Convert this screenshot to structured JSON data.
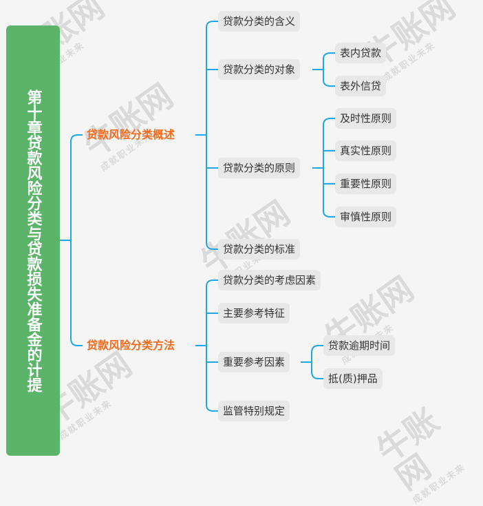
{
  "root": {
    "title": "第十章贷款风险分类与贷款损失准备金的计提"
  },
  "branches": {
    "overview": {
      "label": "贷款风险分类概述",
      "items": {
        "meaning": "贷款分类的含义",
        "object": "贷款分类的对象",
        "object_children": [
          "表内贷款",
          "表外信贷"
        ],
        "principle": "贷款分类的原则",
        "principle_children": [
          "及时性原则",
          "真实性原则",
          "重要性原则",
          "审慎性原则"
        ],
        "standard": "贷款分类的标准"
      }
    },
    "method": {
      "label": "贷款风险分类方法",
      "items": {
        "factors": "贷款分类的考虑因素",
        "features": "主要参考特征",
        "key_factors": "重要参考因素",
        "key_factors_children": [
          "贷款逾期时间",
          "抵(质)押品"
        ],
        "regulation": "监管特别规定"
      }
    }
  },
  "watermark": {
    "brand": "牛账网",
    "slogan": "成就职业未来"
  },
  "colors": {
    "root_bg": "#5cb36a",
    "branch_text": "#f36b1c",
    "connector": "#1ea7e8",
    "leaf_bg": "#e8e8e8"
  }
}
